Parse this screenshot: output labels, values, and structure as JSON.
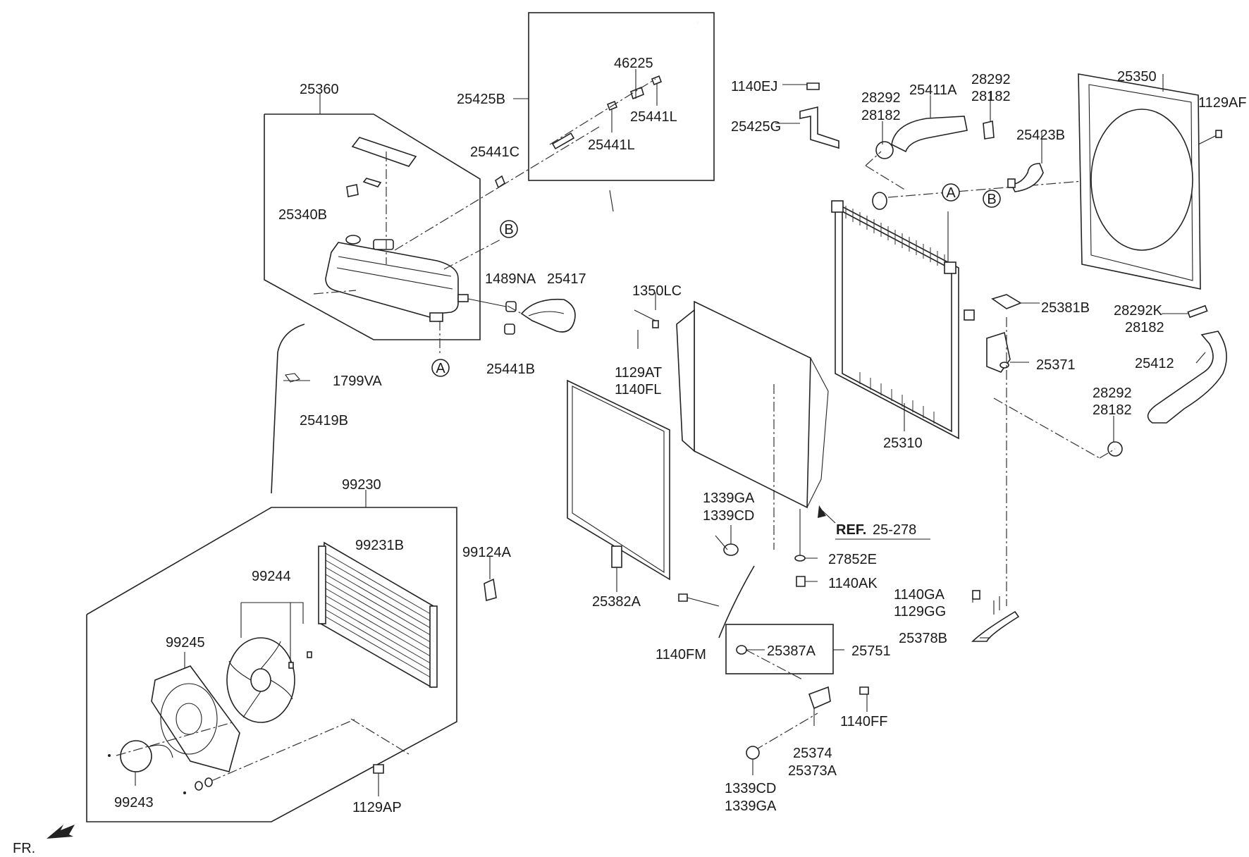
{
  "labels": {
    "p25360": "25360",
    "p25425B": "25425B",
    "p46225": "46225",
    "p25441L_a": "25441L",
    "p25441L_b": "25441L",
    "p25441C": "25441C",
    "p25340B": "25340B",
    "p1489NA": "1489NA",
    "p25417": "25417",
    "p25441B": "25441B",
    "p1799VA": "1799VA",
    "p25419B": "25419B",
    "p1140EJ": "1140EJ",
    "p25425G": "25425G",
    "p28292_a": "28292",
    "p28182_a": "28182",
    "p25411A": "25411A",
    "p28292_b": "28292",
    "p28182_b": "28182",
    "p25423B": "25423B",
    "p25350": "25350",
    "p1129AF": "1129AF",
    "p1350LC": "1350LC",
    "p1129AT": "1129AT",
    "p1140FL": "1140FL",
    "p25381B": "25381B",
    "p28292K": "28292K",
    "p28182_c": "28182",
    "p25371": "25371",
    "p25412": "25412",
    "p28292_d": "28292",
    "p28182_d": "28182",
    "p25310": "25310",
    "p99230": "99230",
    "p99231B": "99231B",
    "p99124A": "99124A",
    "p99244": "99244",
    "p99245": "99245",
    "p99243": "99243",
    "p1129AP": "1129AP",
    "p25382A": "25382A",
    "p1339GA_a": "1339GA",
    "p1339CD_a": "1339CD",
    "ref_bold": "REF.",
    "ref_num": "25-278",
    "p27852E": "27852E",
    "p1140AK": "1140AK",
    "p1140GA": "1140GA",
    "p1129GG": "1129GG",
    "p25378B": "25378B",
    "p1140FM": "1140FM",
    "p25387A": "25387A",
    "p25751": "25751",
    "p1140FF": "1140FF",
    "p25374": "25374",
    "p25373A": "25373A",
    "p1339CD_b": "1339CD",
    "p1339GA_b": "1339GA",
    "fr": "FR."
  },
  "callouts": {
    "A1": "A",
    "B1": "B",
    "A2": "A",
    "B2": "B"
  }
}
